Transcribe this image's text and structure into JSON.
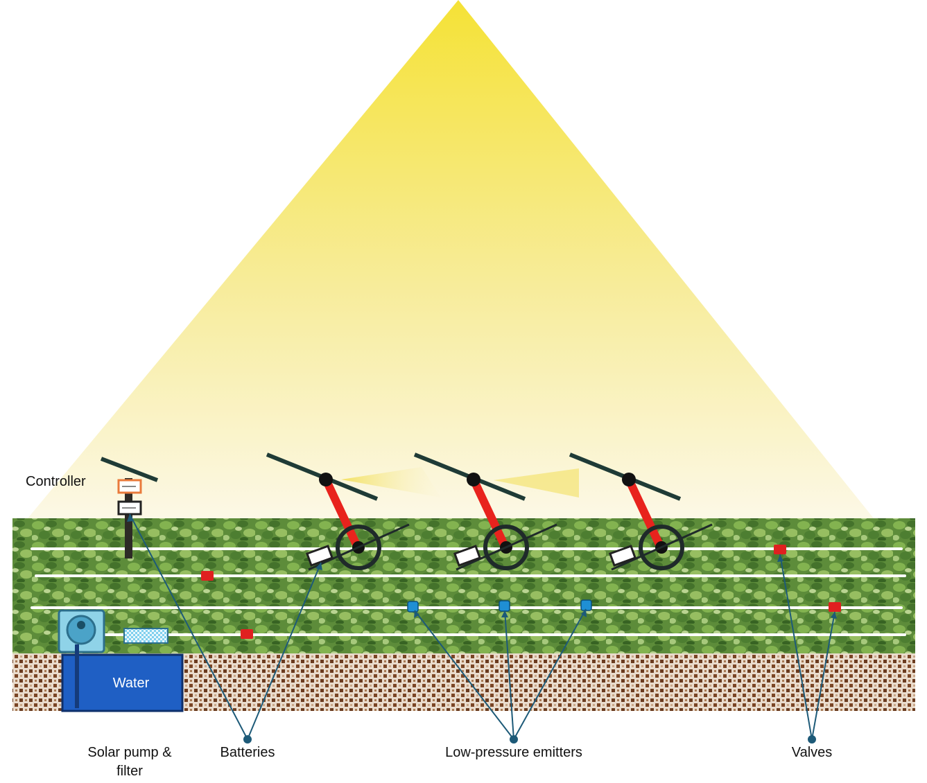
{
  "labels": {
    "controller": "Controller",
    "water": "Water",
    "solar_pump_line1": "Solar pump &",
    "solar_pump_line2": "filter",
    "batteries": "Batteries",
    "emitters": "Low-pressure emitters",
    "valves": "Valves"
  },
  "colors": {
    "sunlight": "#f5e24a",
    "crop": "#5f8f3c",
    "soil_light": "#e8d9c8",
    "soil_dark": "#6b3b1f",
    "pipe": "#ffffff",
    "water_tank": "#1f5fc4",
    "valve": "#e02020",
    "emitter": "#1f8fd4",
    "pointer": "#1d5a78",
    "panel": "#1f3b36",
    "arm": "#e8231d",
    "filter": "#6cc6e8"
  },
  "icons": {
    "panel": "solar-panel-icon",
    "wheel": "wheel-icon",
    "battery": "battery-icon",
    "valve": "valve-icon",
    "emitter": "emitter-icon",
    "pump": "pump-icon",
    "filter": "filter-icon",
    "controller": "controller-icon"
  }
}
